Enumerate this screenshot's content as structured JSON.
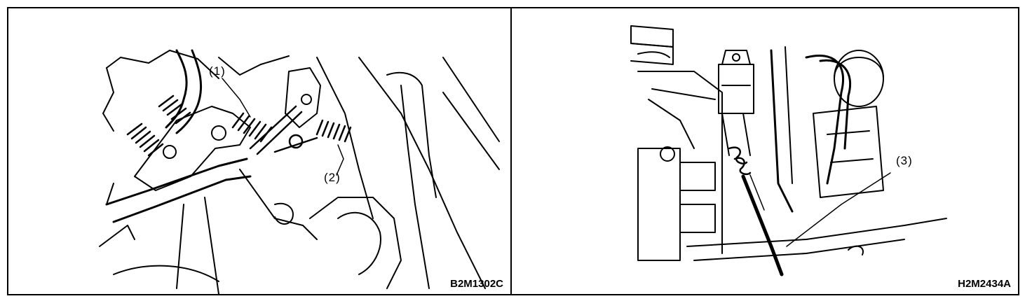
{
  "figures": [
    {
      "code": "B2M1302C",
      "callouts": [
        {
          "text": "(1)",
          "part": "spring-1"
        },
        {
          "text": "(2)",
          "part": "spring-2"
        }
      ]
    },
    {
      "code": "H2M2434A",
      "callouts": [
        {
          "text": "(3)",
          "part": "cable-3"
        }
      ]
    }
  ]
}
